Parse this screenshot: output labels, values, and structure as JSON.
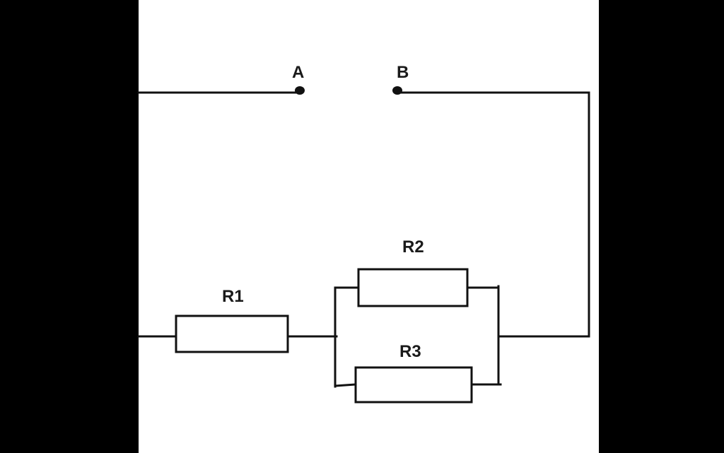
{
  "terminals": {
    "a": {
      "label": "A"
    },
    "b": {
      "label": "B"
    }
  },
  "resistors": {
    "r1": {
      "label": "R1"
    },
    "r2": {
      "label": "R2"
    },
    "r3": {
      "label": "R3"
    }
  },
  "colors": {
    "background": "#000000",
    "canvas": "#ffffff",
    "ink": "#111111"
  }
}
